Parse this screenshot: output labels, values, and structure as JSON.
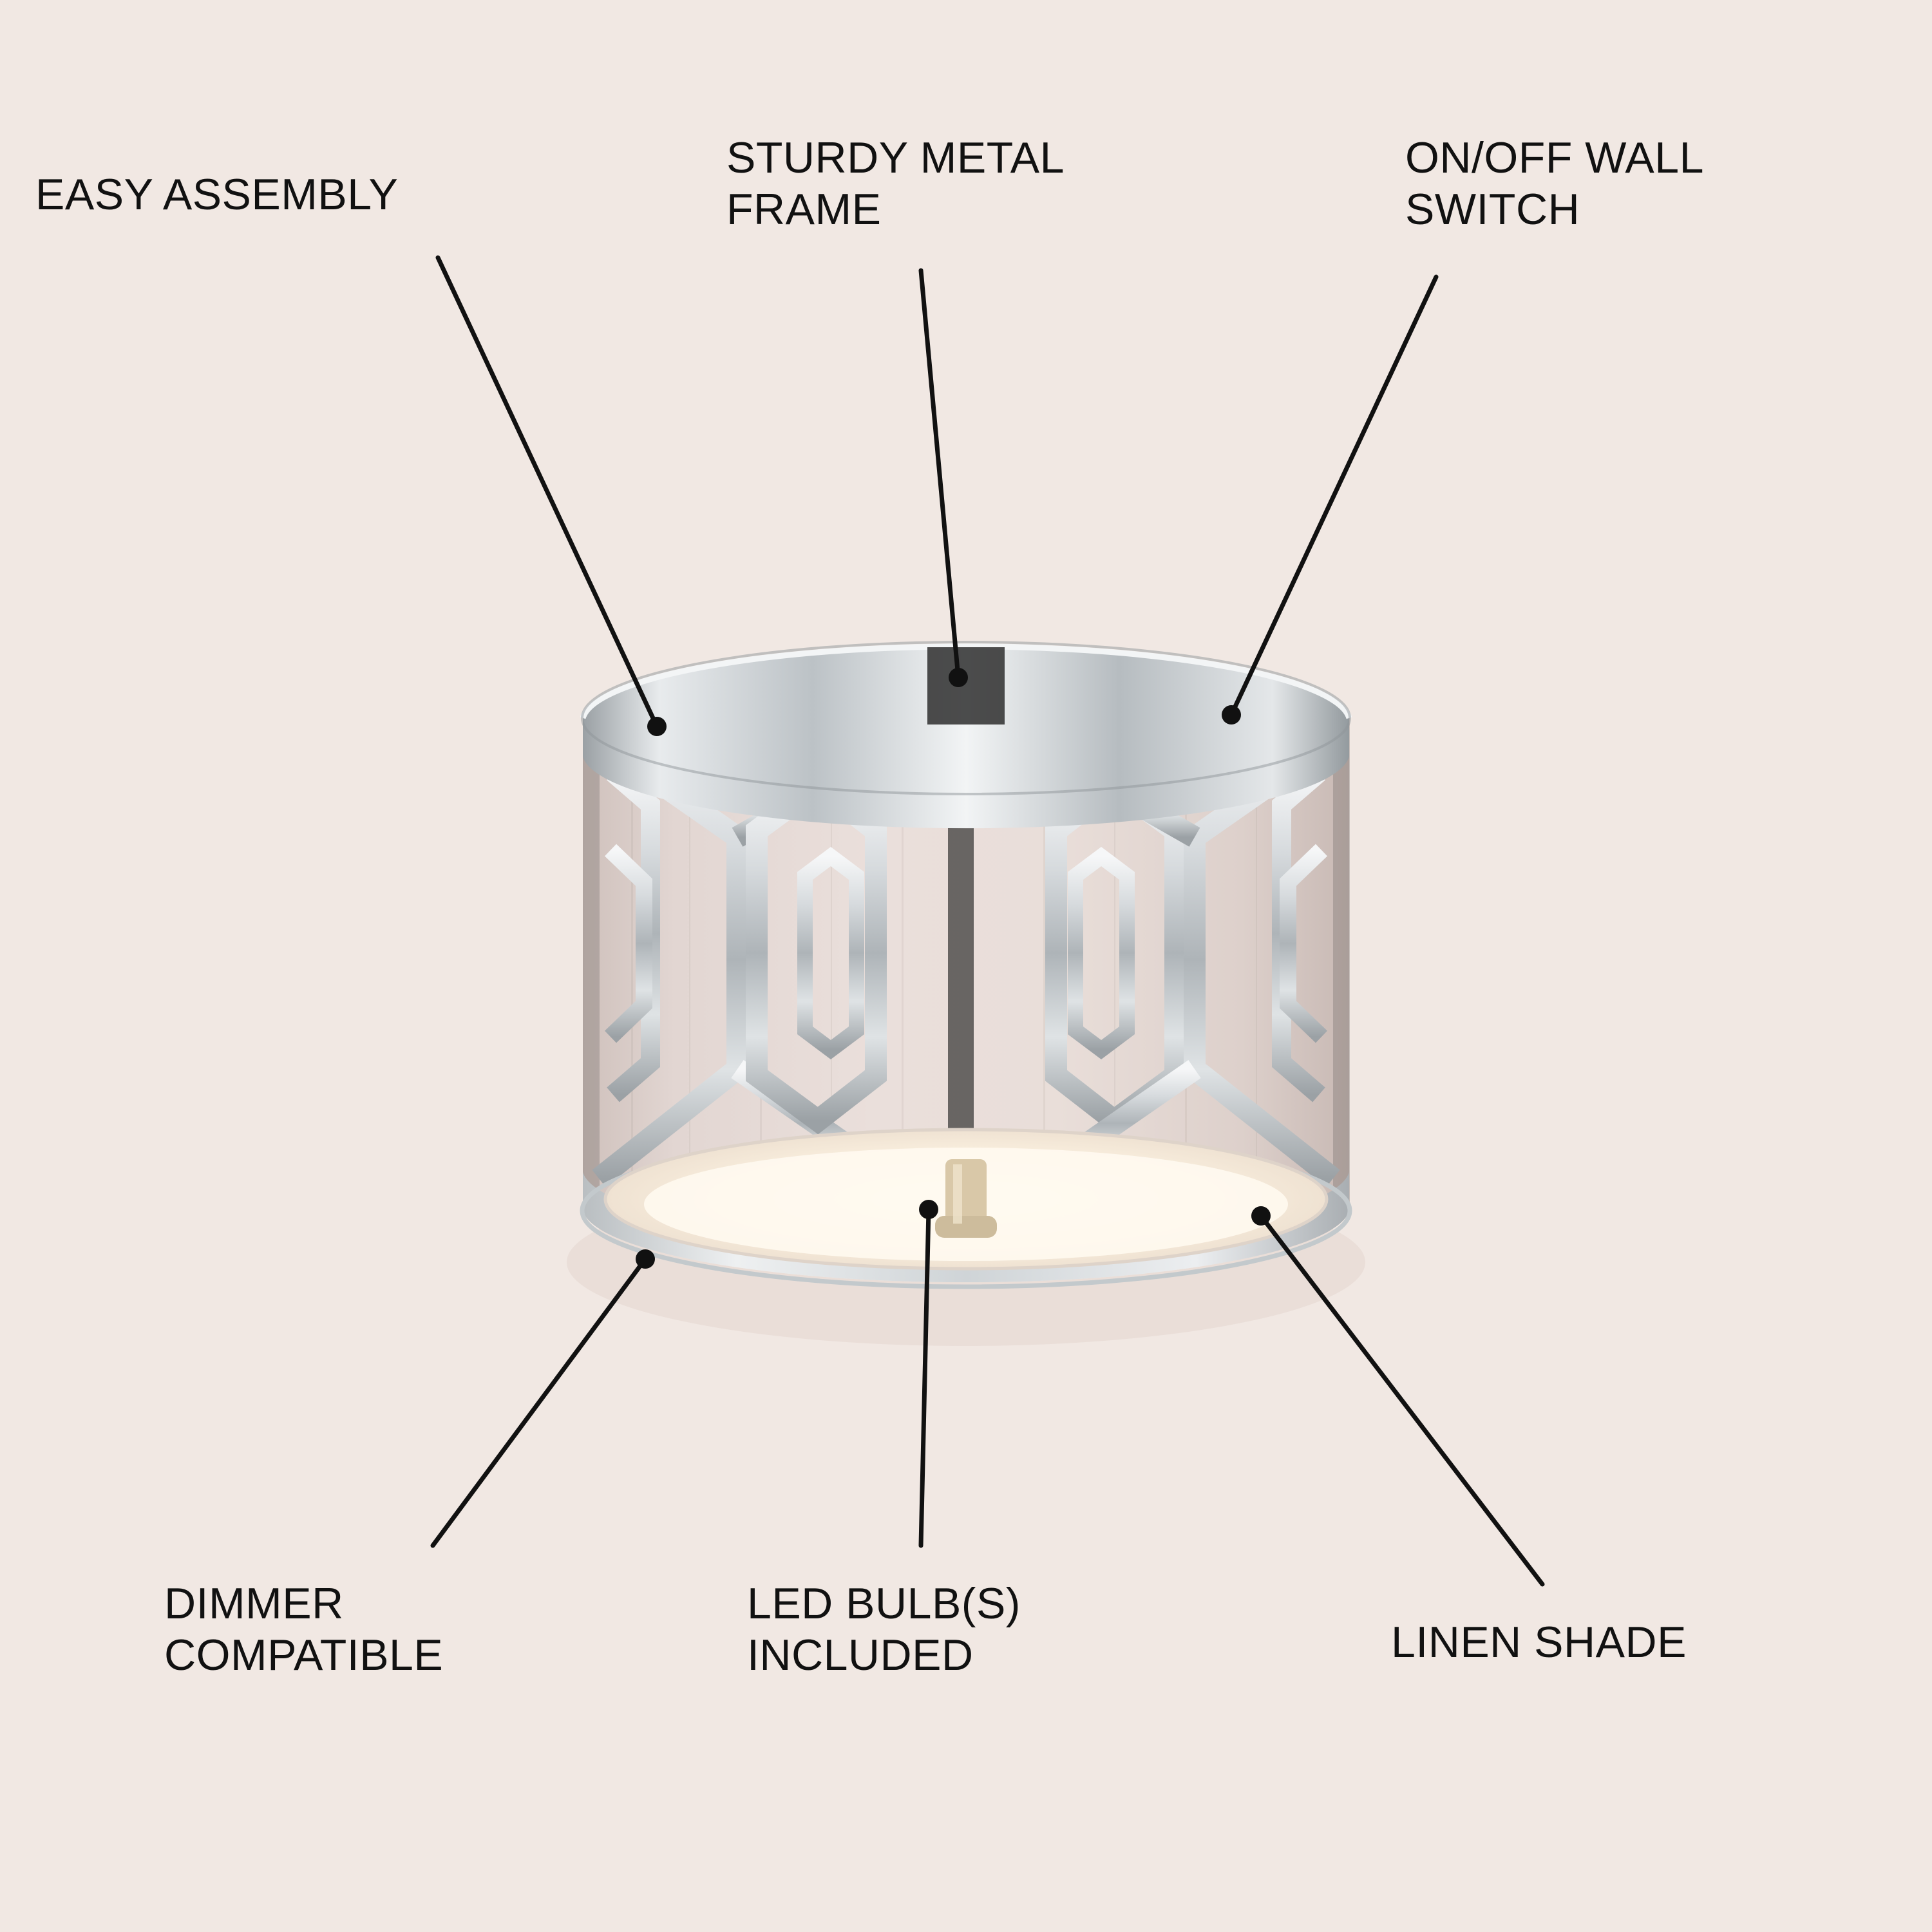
{
  "page": {
    "background_color": "#f1e8e3",
    "title": "Ceiling light fixture feature callout diagram"
  },
  "product": {
    "name": "Flush mount ceiling light",
    "frame_color": "#c9ccce",
    "shade_color": "#e4d9d5",
    "glow_color": "#fdf6ec",
    "accent_dark": "#2b2b2b"
  },
  "callouts": [
    {
      "id": "easy-assembly",
      "label": "EASY ASSEMBLY",
      "dot": [
        1020,
        1128
      ],
      "elbow": [
        680,
        400
      ]
    },
    {
      "id": "sturdy-metal-frame",
      "label": "STURDY METAL\nFRAME",
      "dot": [
        1488,
        1052
      ],
      "elbow": [
        1430,
        420
      ]
    },
    {
      "id": "onoff-wall-switch",
      "label": "ON/OFF WALL\nSWITCH",
      "dot": [
        1912,
        1110
      ],
      "elbow": [
        2230,
        430
      ]
    },
    {
      "id": "dimmer-compatible",
      "label": "DIMMER\nCOMPATIBLE",
      "dot": [
        1002,
        1955
      ],
      "elbow": [
        672,
        2400
      ]
    },
    {
      "id": "led-bulbs-included",
      "label": "LED BULB(S)\nINCLUDED",
      "dot": [
        1442,
        1878
      ],
      "elbow": [
        1430,
        2400
      ]
    },
    {
      "id": "linen-shade",
      "label": "LINEN SHADE",
      "dot": [
        1958,
        1888
      ],
      "elbow": [
        2395,
        2460
      ]
    }
  ]
}
